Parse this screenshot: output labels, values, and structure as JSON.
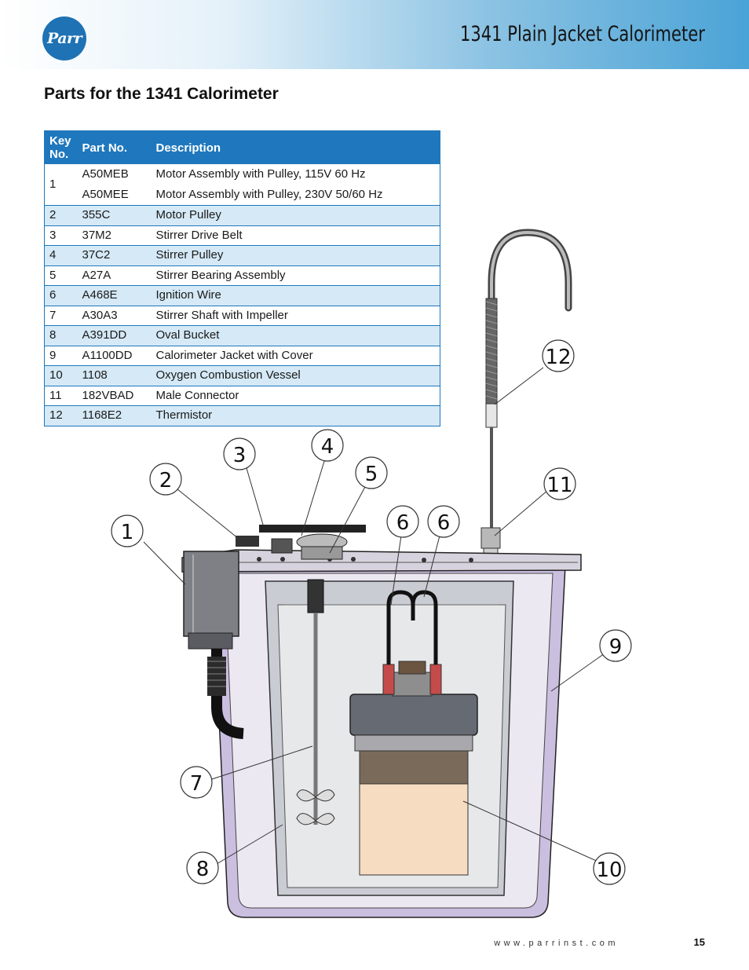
{
  "header": {
    "logo_text": "Parr",
    "title": "1341 Plain Jacket Calorimeter"
  },
  "section_title": "Parts for the 1341 Calorimeter",
  "table": {
    "headers": [
      "Key No.",
      "Part No.",
      "Description"
    ],
    "rows": [
      {
        "key": "1",
        "parts": [
          {
            "part": "A50MEB",
            "desc": "Motor Assembly with Pulley, 115V 60 Hz"
          },
          {
            "part": "A50MEE",
            "desc": "Motor Assembly with Pulley, 230V 50/60 Hz"
          }
        ]
      },
      {
        "key": "2",
        "part": "355C",
        "desc": "Motor Pulley"
      },
      {
        "key": "3",
        "part": "37M2",
        "desc": "Stirrer Drive Belt"
      },
      {
        "key": "4",
        "part": "37C2",
        "desc": "Stirrer Pulley"
      },
      {
        "key": "5",
        "part": "A27A",
        "desc": "Stirrer Bearing Assembly"
      },
      {
        "key": "6",
        "part": "A468E",
        "desc": "Ignition Wire"
      },
      {
        "key": "7",
        "part": "A30A3",
        "desc": "Stirrer Shaft with Impeller"
      },
      {
        "key": "8",
        "part": "A391DD",
        "desc": "Oval Bucket"
      },
      {
        "key": "9",
        "part": "A1100DD",
        "desc": "Calorimeter Jacket with Cover"
      },
      {
        "key": "10",
        "part": "1108",
        "desc": "Oxygen Combustion Vessel"
      },
      {
        "key": "11",
        "part": "182VBAD",
        "desc": "Male Connector"
      },
      {
        "key": "12",
        "part": "1168E2",
        "desc": "Thermistor"
      }
    ]
  },
  "callouts": [
    "1",
    "2",
    "3",
    "4",
    "5",
    "6",
    "6",
    "7",
    "8",
    "9",
    "10",
    "11",
    "12"
  ],
  "footer": {
    "url": "www.parrinst.com",
    "page": "15"
  },
  "colors": {
    "accent_blue": "#1f78bd",
    "row_alt": "#d5e9f6",
    "jacket_tint": "#cbbfe0",
    "vessel_body": "#f6dcc0"
  }
}
